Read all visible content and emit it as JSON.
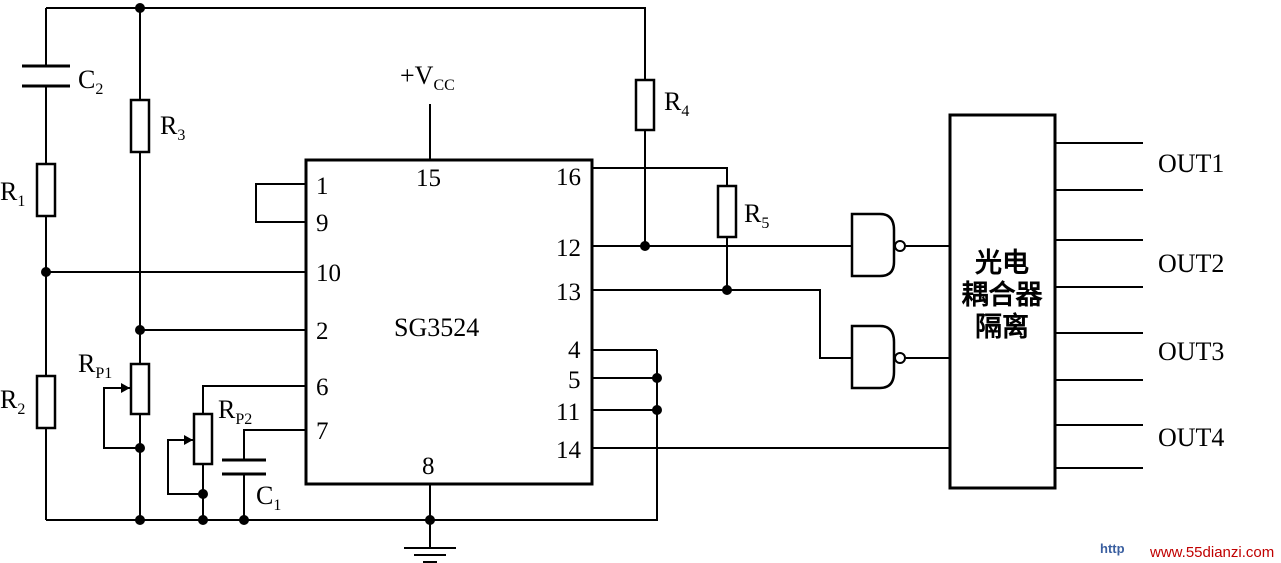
{
  "ic": {
    "name": "SG3524",
    "pins_left": [
      "1",
      "9",
      "10",
      "2",
      "6",
      "7"
    ],
    "pin_top": "15",
    "pin_bottom": "8",
    "pins_right": [
      "16",
      "12",
      "13",
      "4",
      "5",
      "11",
      "14"
    ]
  },
  "supply": {
    "vcc_main": "+V",
    "vcc_sub": "CC"
  },
  "components": {
    "c2": {
      "main": "C",
      "sub": "2"
    },
    "c1": {
      "main": "C",
      "sub": "1"
    },
    "r1": {
      "main": "R",
      "sub": "1"
    },
    "r2": {
      "main": "R",
      "sub": "2"
    },
    "r3": {
      "main": "R",
      "sub": "3"
    },
    "r4": {
      "main": "R",
      "sub": "4"
    },
    "r5": {
      "main": "R",
      "sub": "5"
    },
    "rp1": {
      "main": "R",
      "sub": "P1"
    },
    "rp2": {
      "main": "R",
      "sub": "P2"
    }
  },
  "isolator": {
    "line1": "光电",
    "line2": "耦合器",
    "line3": "隔离"
  },
  "outputs": [
    "OUT1",
    "OUT2",
    "OUT3",
    "OUT4"
  ],
  "watermark": {
    "prefix": "http",
    "url": "www.55dianzi.com"
  }
}
